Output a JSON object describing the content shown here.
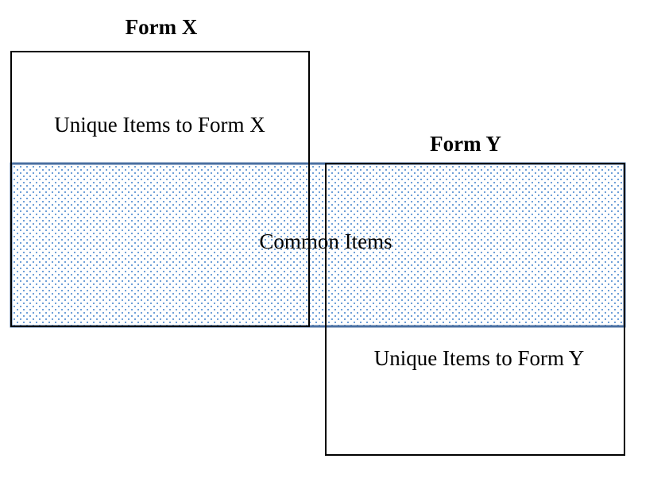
{
  "diagram": {
    "form_x": {
      "title": "Form X",
      "unique_label": "Unique Items to Form X"
    },
    "form_y": {
      "title": "Form Y",
      "unique_label": "Unique Items to Form Y"
    },
    "common": {
      "label": "Common Items"
    },
    "colors": {
      "box_border": "#000000",
      "common_border": "#4a6fa0",
      "dot_fill": "#6fa0d8",
      "background": "#ffffff"
    }
  }
}
